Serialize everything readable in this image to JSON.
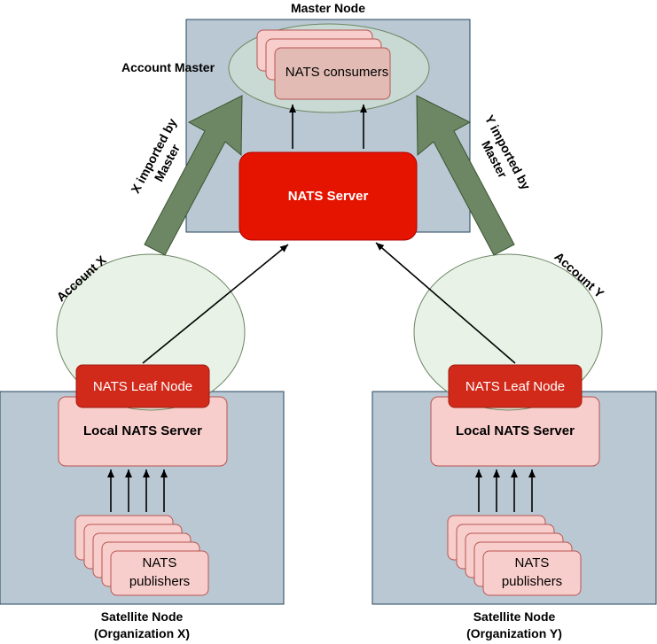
{
  "master": {
    "title": "Master Node",
    "account_label": "Account Master",
    "consumers_label": "NATS consumers",
    "server_label": "NATS Server"
  },
  "satellite_x": {
    "title_line1": "Satellite Node",
    "title_line2": "(Organization X)",
    "account_label": "Account X",
    "leaf_label": "NATS Leaf Node",
    "local_server_label": "Local NATS Server",
    "publishers_line1": "NATS",
    "publishers_line2": "publishers",
    "import_line1": "X imported by",
    "import_line2": "Master"
  },
  "satellite_y": {
    "title_line1": "Satellite Node",
    "title_line2": "(Organization Y)",
    "account_label": "Account Y",
    "leaf_label": "NATS Leaf Node",
    "local_server_label": "Local NATS Server",
    "publishers_line1": "NATS",
    "publishers_line2": "publishers",
    "import_line1": "Y imported by",
    "import_line2": "Master"
  },
  "colors": {
    "node_bg": "#bac8d3",
    "node_border": "#23445d",
    "account_fill": "#d5e8d4",
    "account_border": "#82b366",
    "import_arrow": "#6d8764",
    "nats_server": "#e51400",
    "leaf_node": "#d12a1a",
    "local_server": "#f8cecc",
    "local_server_border": "#b85450",
    "consumers": "#e6b8b0"
  }
}
